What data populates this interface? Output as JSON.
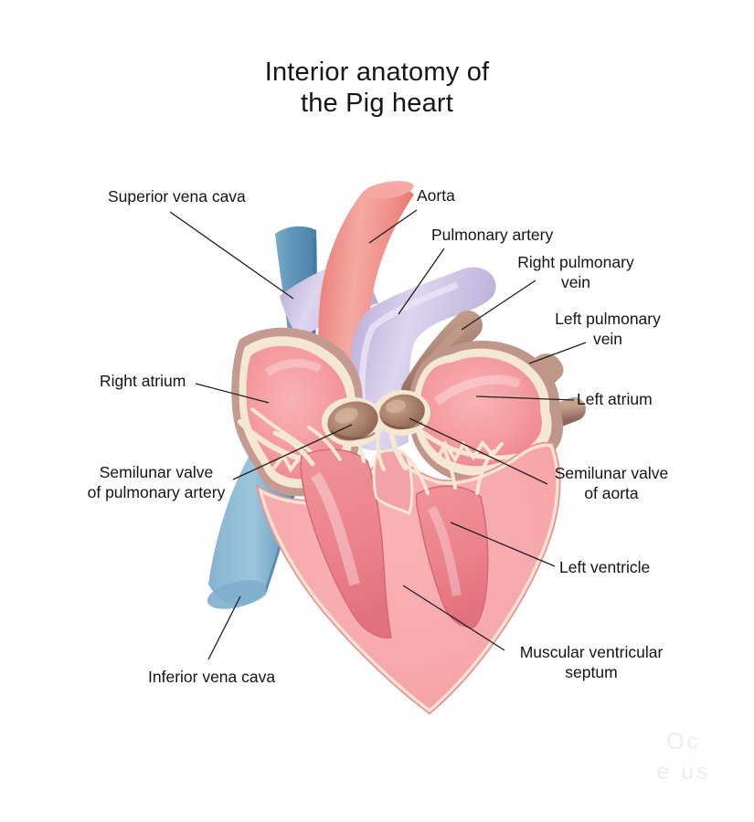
{
  "title": {
    "line1": "Interior anatomy of",
    "line2": "the Pig heart"
  },
  "labels": [
    {
      "id": "superior-vena-cava",
      "line1": "Superior vena cava",
      "line2": ""
    },
    {
      "id": "aorta",
      "line1": "Aorta",
      "line2": ""
    },
    {
      "id": "pulmonary-artery",
      "line1": "Pulmonary artery",
      "line2": ""
    },
    {
      "id": "right-pulmonary-vein",
      "line1": "Right pulmonary",
      "line2": "vein"
    },
    {
      "id": "left-pulmonary-vein",
      "line1": "Left pulmonary",
      "line2": "vein"
    },
    {
      "id": "right-atrium",
      "line1": "Right atrium",
      "line2": ""
    },
    {
      "id": "semilunar-valve-of-pulmonary-artery",
      "line1": "Semilunar valve",
      "line2": "of pulmonary artery"
    },
    {
      "id": "left-atrium",
      "line1": "Left atrium",
      "line2": ""
    },
    {
      "id": "semilunar-valve-of-aorta",
      "line1": "Semilunar valve",
      "line2": "of aorta"
    },
    {
      "id": "left-ventricle",
      "line1": "Left ventricle",
      "line2": ""
    },
    {
      "id": "muscular-ventricular-septum",
      "line1": "Muscular ventricular",
      "line2": "septum"
    },
    {
      "id": "inferior-vena-cava",
      "line1": "Inferior vena cava",
      "line2": ""
    }
  ],
  "watermark": {
    "line1": "Oc",
    "line2": "e us"
  },
  "illustration": {
    "type": "anatomical-cross-section",
    "subject": "pig heart interior",
    "parts": [
      "superior vena cava",
      "aorta",
      "pulmonary artery",
      "right pulmonary vein",
      "left pulmonary vein",
      "right atrium",
      "left atrium",
      "semilunar valve of pulmonary artery",
      "semilunar valve of aorta",
      "left ventricle",
      "muscular ventricular septum",
      "inferior vena cava"
    ]
  },
  "colors": {
    "background": "#ffffff",
    "label_text": "#141414",
    "leader_line": "#1f1f1f",
    "vena_cava_blue": "#6fa3c5",
    "aorta_salmon": "#ee8a84",
    "pulmonary_artery_lavender": "#cfc2e4",
    "pulmonary_vein_brown": "#ab8275",
    "heart_wall_mauve": "#c49a91",
    "endocardium_cream": "#f4e8d5",
    "atrium_pink": "#f0858e",
    "ventricle_pink": "#f8abae",
    "cavity_pink": "#ec848e",
    "valve_brown": "#9a7260"
  }
}
